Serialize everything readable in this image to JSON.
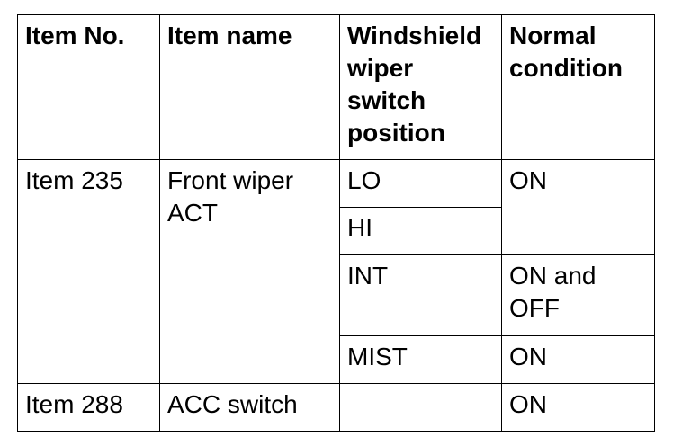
{
  "table": {
    "headers": {
      "item_no": "Item No.",
      "item_name": "Item name",
      "switch_position": [
        "Windshield",
        "wiper",
        "switch",
        "position"
      ],
      "normal_condition": [
        "Normal",
        "condition"
      ]
    },
    "rows": {
      "item235": {
        "item_no": "Item 235",
        "item_name": [
          "Front wiper",
          "ACT"
        ],
        "positions": {
          "lo": "LO",
          "hi": "HI",
          "int": "INT",
          "mist": "MIST"
        },
        "conditions": {
          "lo_hi": "ON",
          "int": [
            "ON and",
            "OFF"
          ],
          "mist": "ON"
        }
      },
      "item288": {
        "item_no": "Item 288",
        "item_name": "ACC switch",
        "position": "",
        "condition": "ON"
      }
    }
  }
}
